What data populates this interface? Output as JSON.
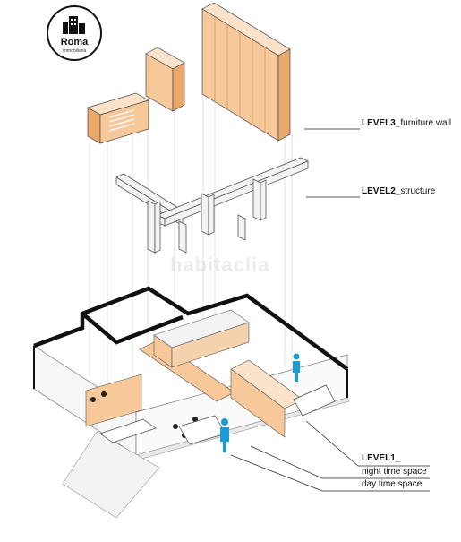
{
  "brand": {
    "name": "Roma",
    "tagline": "immobiliaria"
  },
  "watermark": "habitaclia",
  "labels": {
    "level3_title": "LEVEL3_",
    "level3_desc": "furniture wall",
    "level2_title": "LEVEL2_",
    "level2_desc": "structure",
    "level1_title": "LEVEL1_",
    "level1_line1": "night time space",
    "level1_line2": "day time space"
  },
  "colors": {
    "wood": "#f7c89a",
    "wood_dark": "#eaa86c",
    "figure": "#1d9ad6",
    "wall": "#111111"
  }
}
